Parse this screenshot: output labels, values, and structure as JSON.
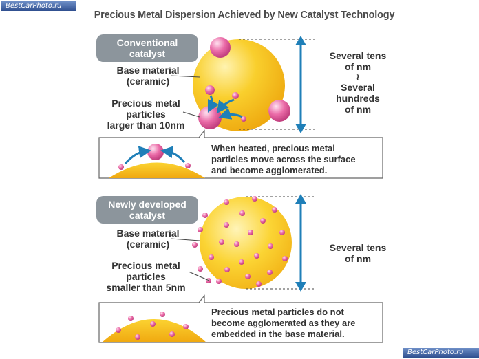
{
  "watermarks": {
    "top": "BestCarPhoto.ru",
    "bottom": "BestCarPhoto.ru"
  },
  "title": "Precious Metal Dispersion Achieved by New Catalyst Technology",
  "conventional": {
    "badge": [
      "Conventional",
      "catalyst"
    ],
    "base_label": [
      "Base material",
      "(ceramic)"
    ],
    "particle_label": [
      "Precious metal",
      "particles",
      "larger than 10nm"
    ],
    "size_label": [
      "Several tens",
      "of nm",
      "≀",
      "Several",
      "hundreds",
      "of nm"
    ],
    "note": [
      "When heated, precious metal",
      "particles move across the surface",
      "and become agglomerated."
    ]
  },
  "new": {
    "badge": [
      "Newly developed",
      "catalyst"
    ],
    "base_label": [
      "Base material",
      "(ceramic)"
    ],
    "particle_label": [
      "Precious metal",
      "particles",
      "smaller than 5nm"
    ],
    "size_label": [
      "Several tens",
      "of nm"
    ],
    "note": [
      "Precious metal particles do not",
      "become agglomerated as they are",
      "embedded in the base material."
    ]
  },
  "colors": {
    "ceramic": "#f7c21b",
    "ceramic_light": "#ffe98a",
    "particle": "#e8609f",
    "particle_light": "#ffd0e6",
    "arrow": "#1f7fb8",
    "badge": "#8c959c",
    "text": "#333333",
    "box_border": "#666666"
  }
}
